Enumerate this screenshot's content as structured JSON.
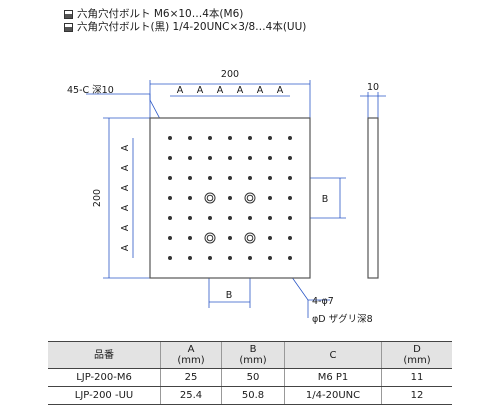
{
  "notes": {
    "line1": "六角穴付ボルト M6×10…4本(M6)",
    "line2": "六角穴付ボルト(黒) 1/4-20UNC×3/8…4本(UU)"
  },
  "drawing": {
    "dim_width": "200",
    "dim_height": "200",
    "dim_thickness": "10",
    "dim_pitch": "A",
    "dim_b": "B",
    "callout_tap": "45-C 深10",
    "callout_holes": "4-φ7",
    "callout_counterbore": "φD ザグリ深8",
    "colors": {
      "dimension": "#2a56c6",
      "plate_edge": "#555555",
      "hole": "#333333"
    }
  },
  "table": {
    "headers": [
      {
        "line1": "品番",
        "line2": ""
      },
      {
        "line1": "A",
        "line2": "(mm)"
      },
      {
        "line1": "B",
        "line2": "(mm)"
      },
      {
        "line1": "C",
        "line2": ""
      },
      {
        "line1": "D",
        "line2": "(mm)"
      }
    ],
    "rows": [
      [
        "LJP-200-M6",
        "25",
        "50",
        "M6 P1",
        "11"
      ],
      [
        "LJP-200 -UU",
        "25.4",
        "50.8",
        "1/4-20UNC",
        "12"
      ]
    ]
  }
}
